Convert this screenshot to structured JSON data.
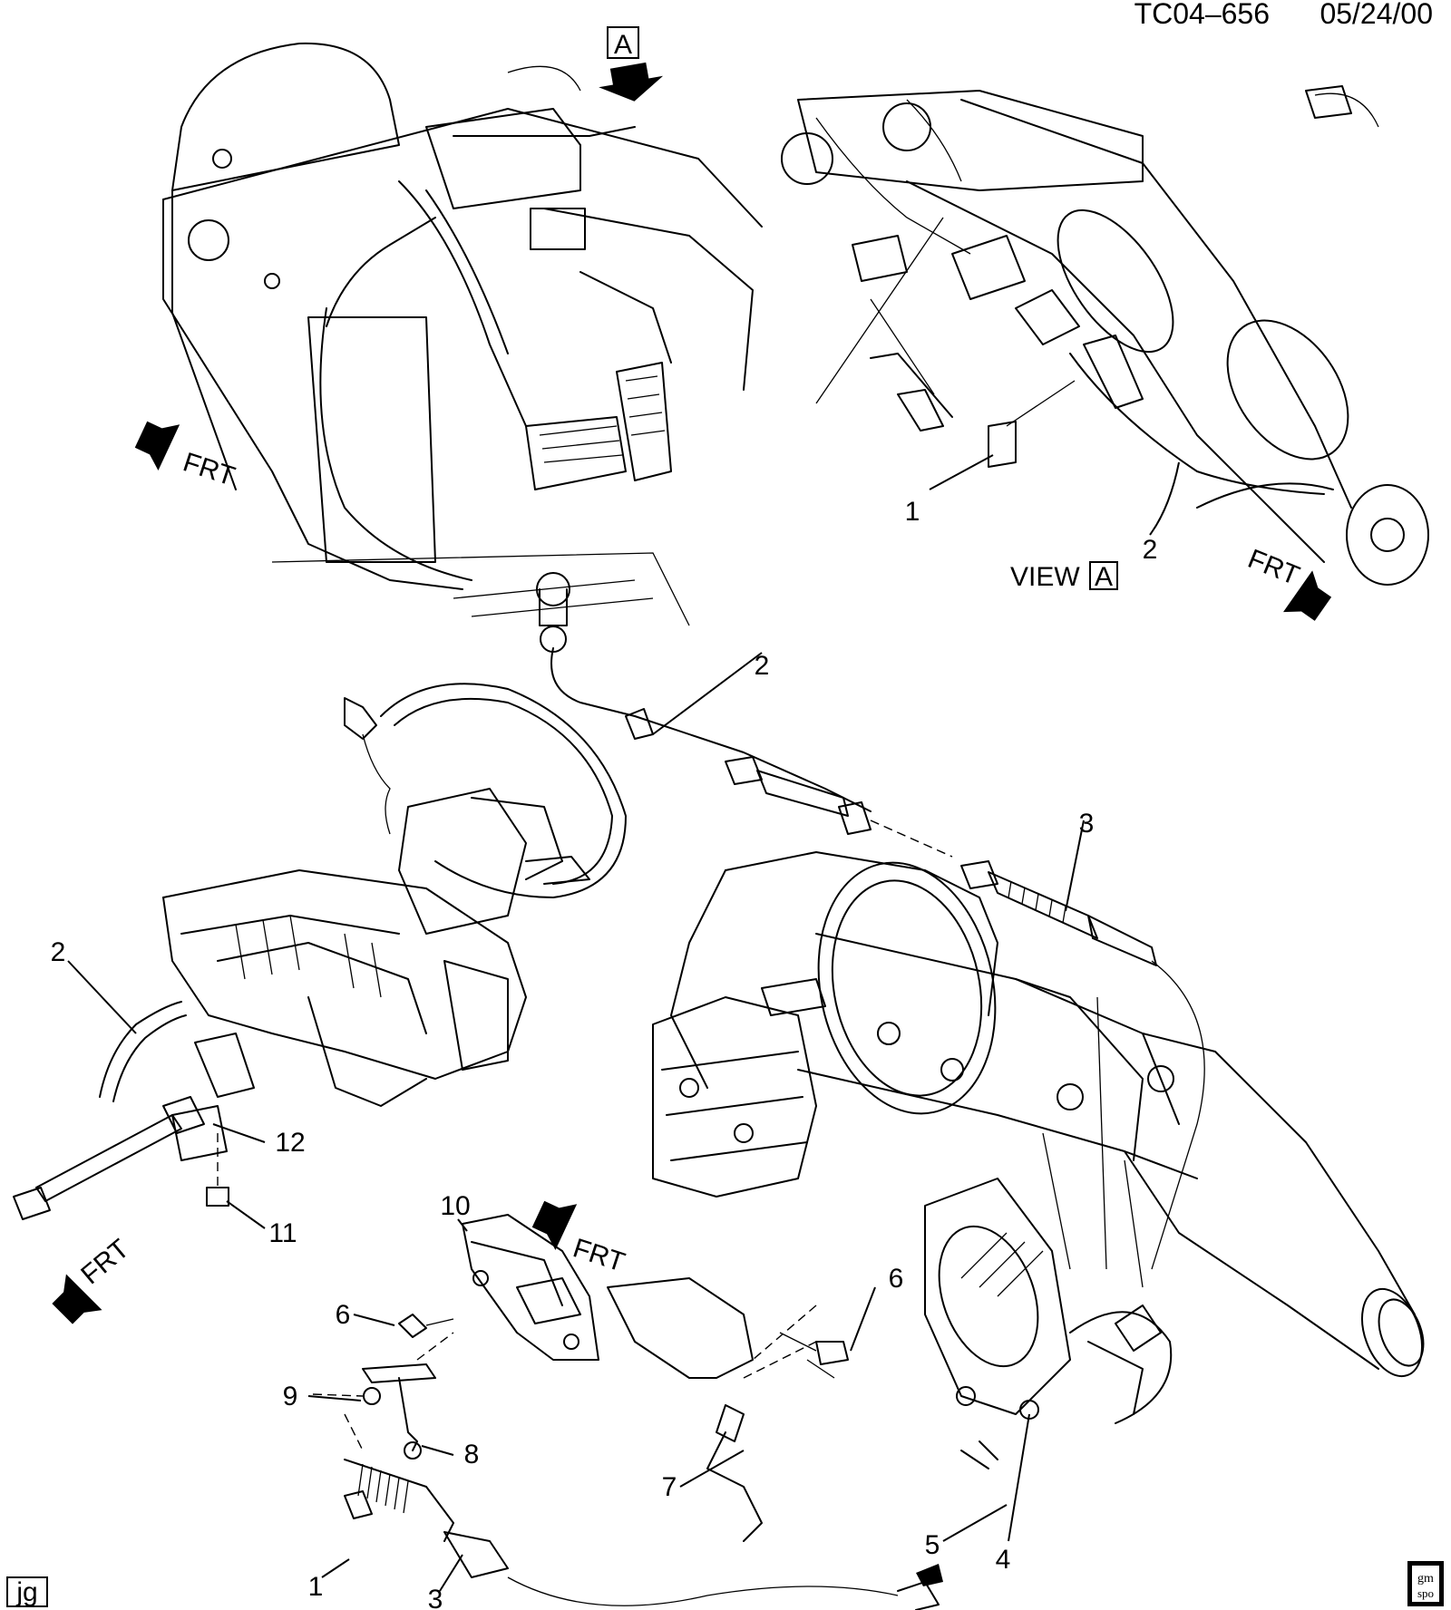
{
  "header": {
    "drawing_id": "TC04–656",
    "date": "05/24/00"
  },
  "view": {
    "view_label": "VIEW",
    "marker": "A"
  },
  "direction_label": "FRT",
  "callouts": {
    "c1_top": "1",
    "c2_top": "2",
    "c2_mid": "2",
    "c3_mid": "3",
    "c2_left": "2",
    "c12": "12",
    "c11": "11",
    "c10": "10",
    "c6_left": "6",
    "c6_right": "6",
    "c9": "9",
    "c8": "8",
    "c7": "7",
    "c5": "5",
    "c4": "4",
    "c1_bottom": "1",
    "c3_bottom": "3"
  },
  "footer": {
    "artist_initials": "jg",
    "logo_text_top": "gm",
    "logo_text_bottom": "spo"
  },
  "icons": {
    "direction": "arrow-frt-icon",
    "logo": "gm-spo-logo-icon"
  }
}
